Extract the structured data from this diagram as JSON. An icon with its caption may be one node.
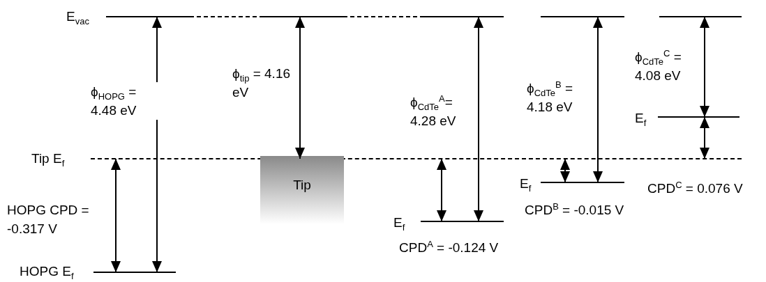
{
  "diagram": {
    "nodes": [
      {
        "text": [],
        "shape": "bar",
        "beside": [
          "E$_{vac}$"
        ]
      },
      {
        "text": [],
        "shape": "bar"
      },
      {
        "text": [],
        "shape": "bar"
      },
      {
        "text": [],
        "shape": "bar"
      },
      {
        "text": [],
        "shape": "bar"
      },
      {
        "text": [],
        "shape": "bar",
        "beside": [
          "Tip E$_{f}$"
        ]
      },
      {
        "text": [
          "Tip"
        ]
      },
      {
        "text": [],
        "shape": "bar",
        "beside": [
          "HOPG E$_{f}$"
        ]
      },
      {
        "text": [],
        "shape": "bar",
        "beside": [
          "E$_{f}$"
        ]
      },
      {
        "text": [],
        "shape": "bar",
        "beside": [
          "E$_{f}$"
        ]
      },
      {
        "text": [],
        "shape": "bar",
        "beside": [
          "E$_{f}$"
        ]
      }
    ],
    "edges": [
      {
        "from": 7,
        "to": 0,
        "arrow": "both",
        "label": "ϕ$_{HOPG}$ = 4.48 eV"
      },
      {
        "from": 5,
        "to": 7,
        "arrow": "both",
        "label": "HOPG CPD = -0.317 V"
      },
      {
        "from": 1,
        "to": 5,
        "arrow": "both",
        "label": "ϕ$_{tip}$ = 4.16 eV"
      },
      {
        "from": 8,
        "to": 2,
        "arrow": "both",
        "label": "ϕ$_{CdTe}$$^{A}$= 4.28 eV"
      },
      {
        "from": 5,
        "to": 8,
        "arrow": "both",
        "label": "CPD$^{A}$ = -0.124 V"
      },
      {
        "from": 9,
        "to": 3,
        "arrow": "both",
        "label": "ϕ$_{CdTe}$$^{B}$ = 4.18 eV"
      },
      {
        "from": 5,
        "to": 9,
        "arrow": "both",
        "label": "CPD$^{B}$ = -0.015 V"
      },
      {
        "from": 4,
        "to": 10,
        "arrow": "both",
        "label": "ϕ$_{CdTe}$$^{C}$ = 4.08 eV"
      },
      {
        "from": 10,
        "to": 5,
        "arrow": "both",
        "label": "CPD$^{C}$ = 0.076 V"
      },
      {
        "from": 0,
        "to": 1,
        "arrow": "none",
        "style": "dashed"
      },
      {
        "from": 1,
        "to": 2,
        "arrow": "none",
        "style": "dashed"
      }
    ]
  }
}
